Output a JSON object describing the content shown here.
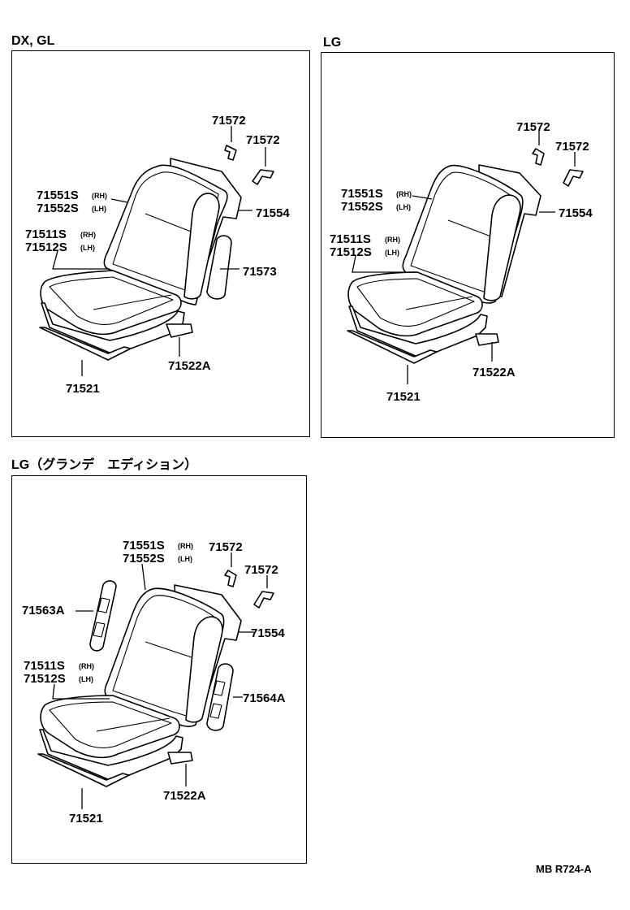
{
  "panels": [
    {
      "title": "DX, GL",
      "labels": {
        "bracket_a": "71572",
        "bracket_b": "71572",
        "back_cover_rh": "71551S",
        "back_cover_lh": "71552S",
        "cushion_cover_rh": "71511S",
        "cushion_cover_lh": "71512S",
        "board": "71554",
        "side_panel": "71573",
        "base": "71521",
        "base_cover": "71522A"
      }
    },
    {
      "title": "LG",
      "labels": {
        "bracket_a": "71572",
        "bracket_b": "71572",
        "back_cover_rh": "71551S",
        "back_cover_lh": "71552S",
        "cushion_cover_rh": "71511S",
        "cushion_cover_lh": "71512S",
        "board": "71554",
        "base": "71521",
        "base_cover": "71522A"
      }
    },
    {
      "title": "LG（グランデ　エディション）",
      "labels": {
        "bracket_a": "71572",
        "bracket_b": "71572",
        "back_cover_rh": "71551S",
        "back_cover_lh": "71552S",
        "cushion_cover_rh": "71511S",
        "cushion_cover_lh": "71512S",
        "board": "71554",
        "headrest_support": "71563A",
        "side_support": "71564A",
        "base": "71521",
        "base_cover": "71522A"
      }
    }
  ],
  "suffix": {
    "rh": "(RH)",
    "lh": "(LH)"
  },
  "drawing_code": "MB R724-A"
}
